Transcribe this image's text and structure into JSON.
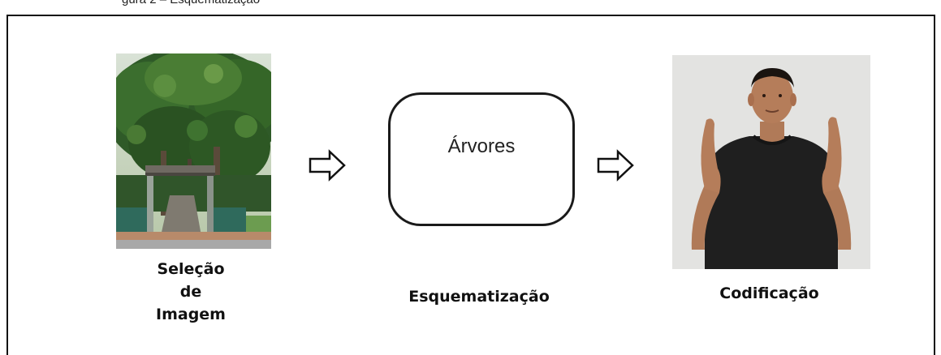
{
  "top_caption": "gura 2 – Esquematização",
  "steps": {
    "selection": {
      "lines": [
        "Seleção",
        "de",
        "Imagem"
      ],
      "image": "tree-gate-photo"
    },
    "schematization": {
      "label": "Esquematização",
      "term": "Árvores"
    },
    "coding": {
      "label": "Codificação",
      "image": "sign-language-interpreter-photo"
    }
  },
  "arrows": [
    "right-outline-arrow",
    "right-outline-arrow"
  ]
}
